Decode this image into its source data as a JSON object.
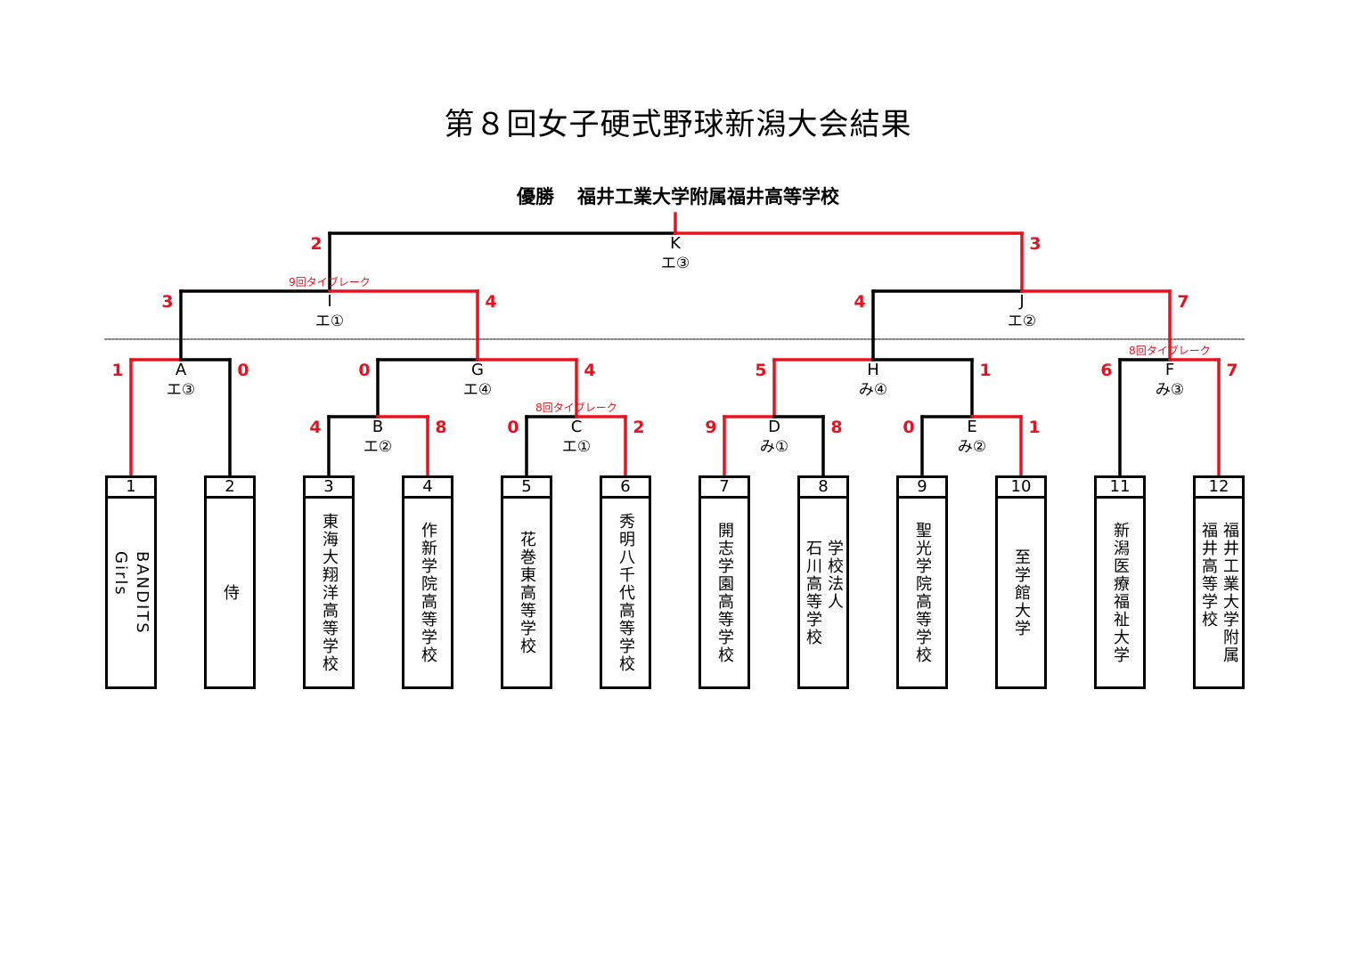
{
  "title": "第８回女子硬式野球新潟大会結果",
  "champion": {
    "label": "優勝",
    "team": "福井工業大学附属福井高等学校"
  },
  "teams": [
    {
      "number": "1",
      "name": "BANDITS\nGirls"
    },
    {
      "number": "2",
      "name": "侍"
    },
    {
      "number": "3",
      "name": "東海大翔洋高等学校"
    },
    {
      "number": "4",
      "name": "作新学院高等学校"
    },
    {
      "number": "5",
      "name": "花巻東高等学校"
    },
    {
      "number": "6",
      "name": "秀明八千代高等学校"
    },
    {
      "number": "7",
      "name": "開志学園高等学校"
    },
    {
      "number": "8",
      "name": "学校法人\n石川高等学校"
    },
    {
      "number": "9",
      "name": "聖光学院高等学校"
    },
    {
      "number": "10",
      "name": "至学館大学"
    },
    {
      "number": "11",
      "name": "新潟医療福祉大学"
    },
    {
      "number": "12",
      "name": "福井工業大学附属\n福井高等学校"
    }
  ],
  "matches": [
    {
      "id": "A",
      "venue": "エ③",
      "left_score": "1",
      "right_score": "0",
      "winner": "left",
      "note": ""
    },
    {
      "id": "B",
      "venue": "エ②",
      "left_score": "4",
      "right_score": "8",
      "winner": "right",
      "note": ""
    },
    {
      "id": "C",
      "venue": "エ①",
      "left_score": "0",
      "right_score": "2",
      "winner": "right",
      "note": "8回タイブレーク"
    },
    {
      "id": "D",
      "venue": "み①",
      "left_score": "9",
      "right_score": "8",
      "winner": "left",
      "note": ""
    },
    {
      "id": "E",
      "venue": "み②",
      "left_score": "0",
      "right_score": "1",
      "winner": "right",
      "note": ""
    },
    {
      "id": "F",
      "venue": "み③",
      "left_score": "6",
      "right_score": "7",
      "winner": "right",
      "note": "8回タイブレーク"
    },
    {
      "id": "G",
      "venue": "エ④",
      "left_score": "0",
      "right_score": "4",
      "winner": "right",
      "note": ""
    },
    {
      "id": "H",
      "venue": "み④",
      "left_score": "5",
      "right_score": "1",
      "winner": "left",
      "note": ""
    },
    {
      "id": "I",
      "venue": "エ①",
      "left_score": "3",
      "right_score": "4",
      "winner": "right",
      "note": "9回タイブレーク"
    },
    {
      "id": "J",
      "venue": "エ②",
      "left_score": "4",
      "right_score": "7",
      "winner": "right",
      "note": ""
    },
    {
      "id": "K",
      "venue": "エ③",
      "left_score": "2",
      "right_score": "3",
      "winner": "right",
      "note": ""
    }
  ],
  "colors": {
    "winner_path": "#e8121e",
    "line": "#000000",
    "divider": "#555555"
  }
}
